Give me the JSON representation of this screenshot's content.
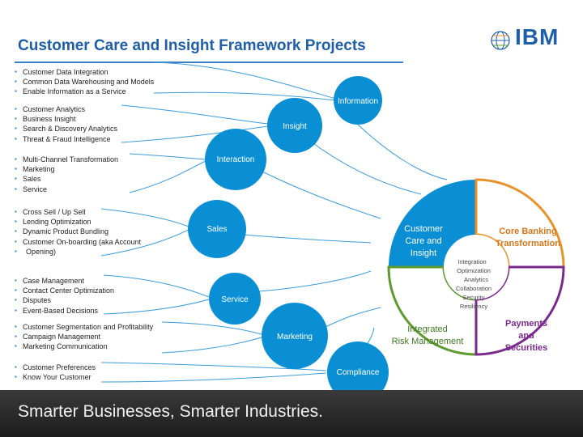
{
  "title": "Customer Care and Insight  Framework Projects",
  "logo": {
    "text": "IBM"
  },
  "groups": [
    {
      "items": [
        "Customer Data Integration",
        "Common Data Warehousing and Models",
        "Enable Information as a Service"
      ]
    },
    {
      "items": [
        "Customer Analytics",
        "Business Insight",
        "Search & Discovery Analytics",
        "Threat & Fraud Intelligence"
      ]
    },
    {
      "items": [
        "Multi-Channel Transformation",
        "Marketing",
        "Sales",
        "Service"
      ]
    },
    {
      "items": [
        "Cross Sell / Up Sell",
        "Lending Optimization",
        "Dynamic Product Bundling",
        "Customer On-boarding (aka Account",
        "Opening)"
      ]
    },
    {
      "items": [
        "Case Management",
        "Contact Center Optimization",
        "Disputes",
        "Event-Based Decisions"
      ]
    },
    {
      "items": [
        "Customer Segmentation and Profitability",
        "Campaign Management",
        "Marketing Communication"
      ]
    },
    {
      "items": [
        "Customer Preferences",
        "Know Your Customer"
      ]
    }
  ],
  "circles": [
    "Information",
    "Insight",
    "Interaction",
    "Sales",
    "Service",
    "Marketing",
    "Compliance"
  ],
  "quadrants": {
    "top_left": [
      "Customer",
      "Care and",
      "Insight"
    ],
    "top_right": [
      "Core Banking",
      "Transformation"
    ],
    "bottom_left": [
      "Integrated",
      "Risk Management"
    ],
    "bottom_right": [
      "Payments",
      "and",
      "Securities"
    ]
  },
  "center_lines": [
    "Integration",
    "Optimization",
    "Analytics",
    "Collaboration",
    "Security",
    "Resiliency"
  ],
  "footer": "Smarter Businesses, Smarter Industries.",
  "colors": {
    "blue": "#0b8fd4",
    "orange": "#e8922a",
    "green": "#5e9a2e",
    "purple": "#7a2a8c",
    "title": "#1f5fa8"
  }
}
